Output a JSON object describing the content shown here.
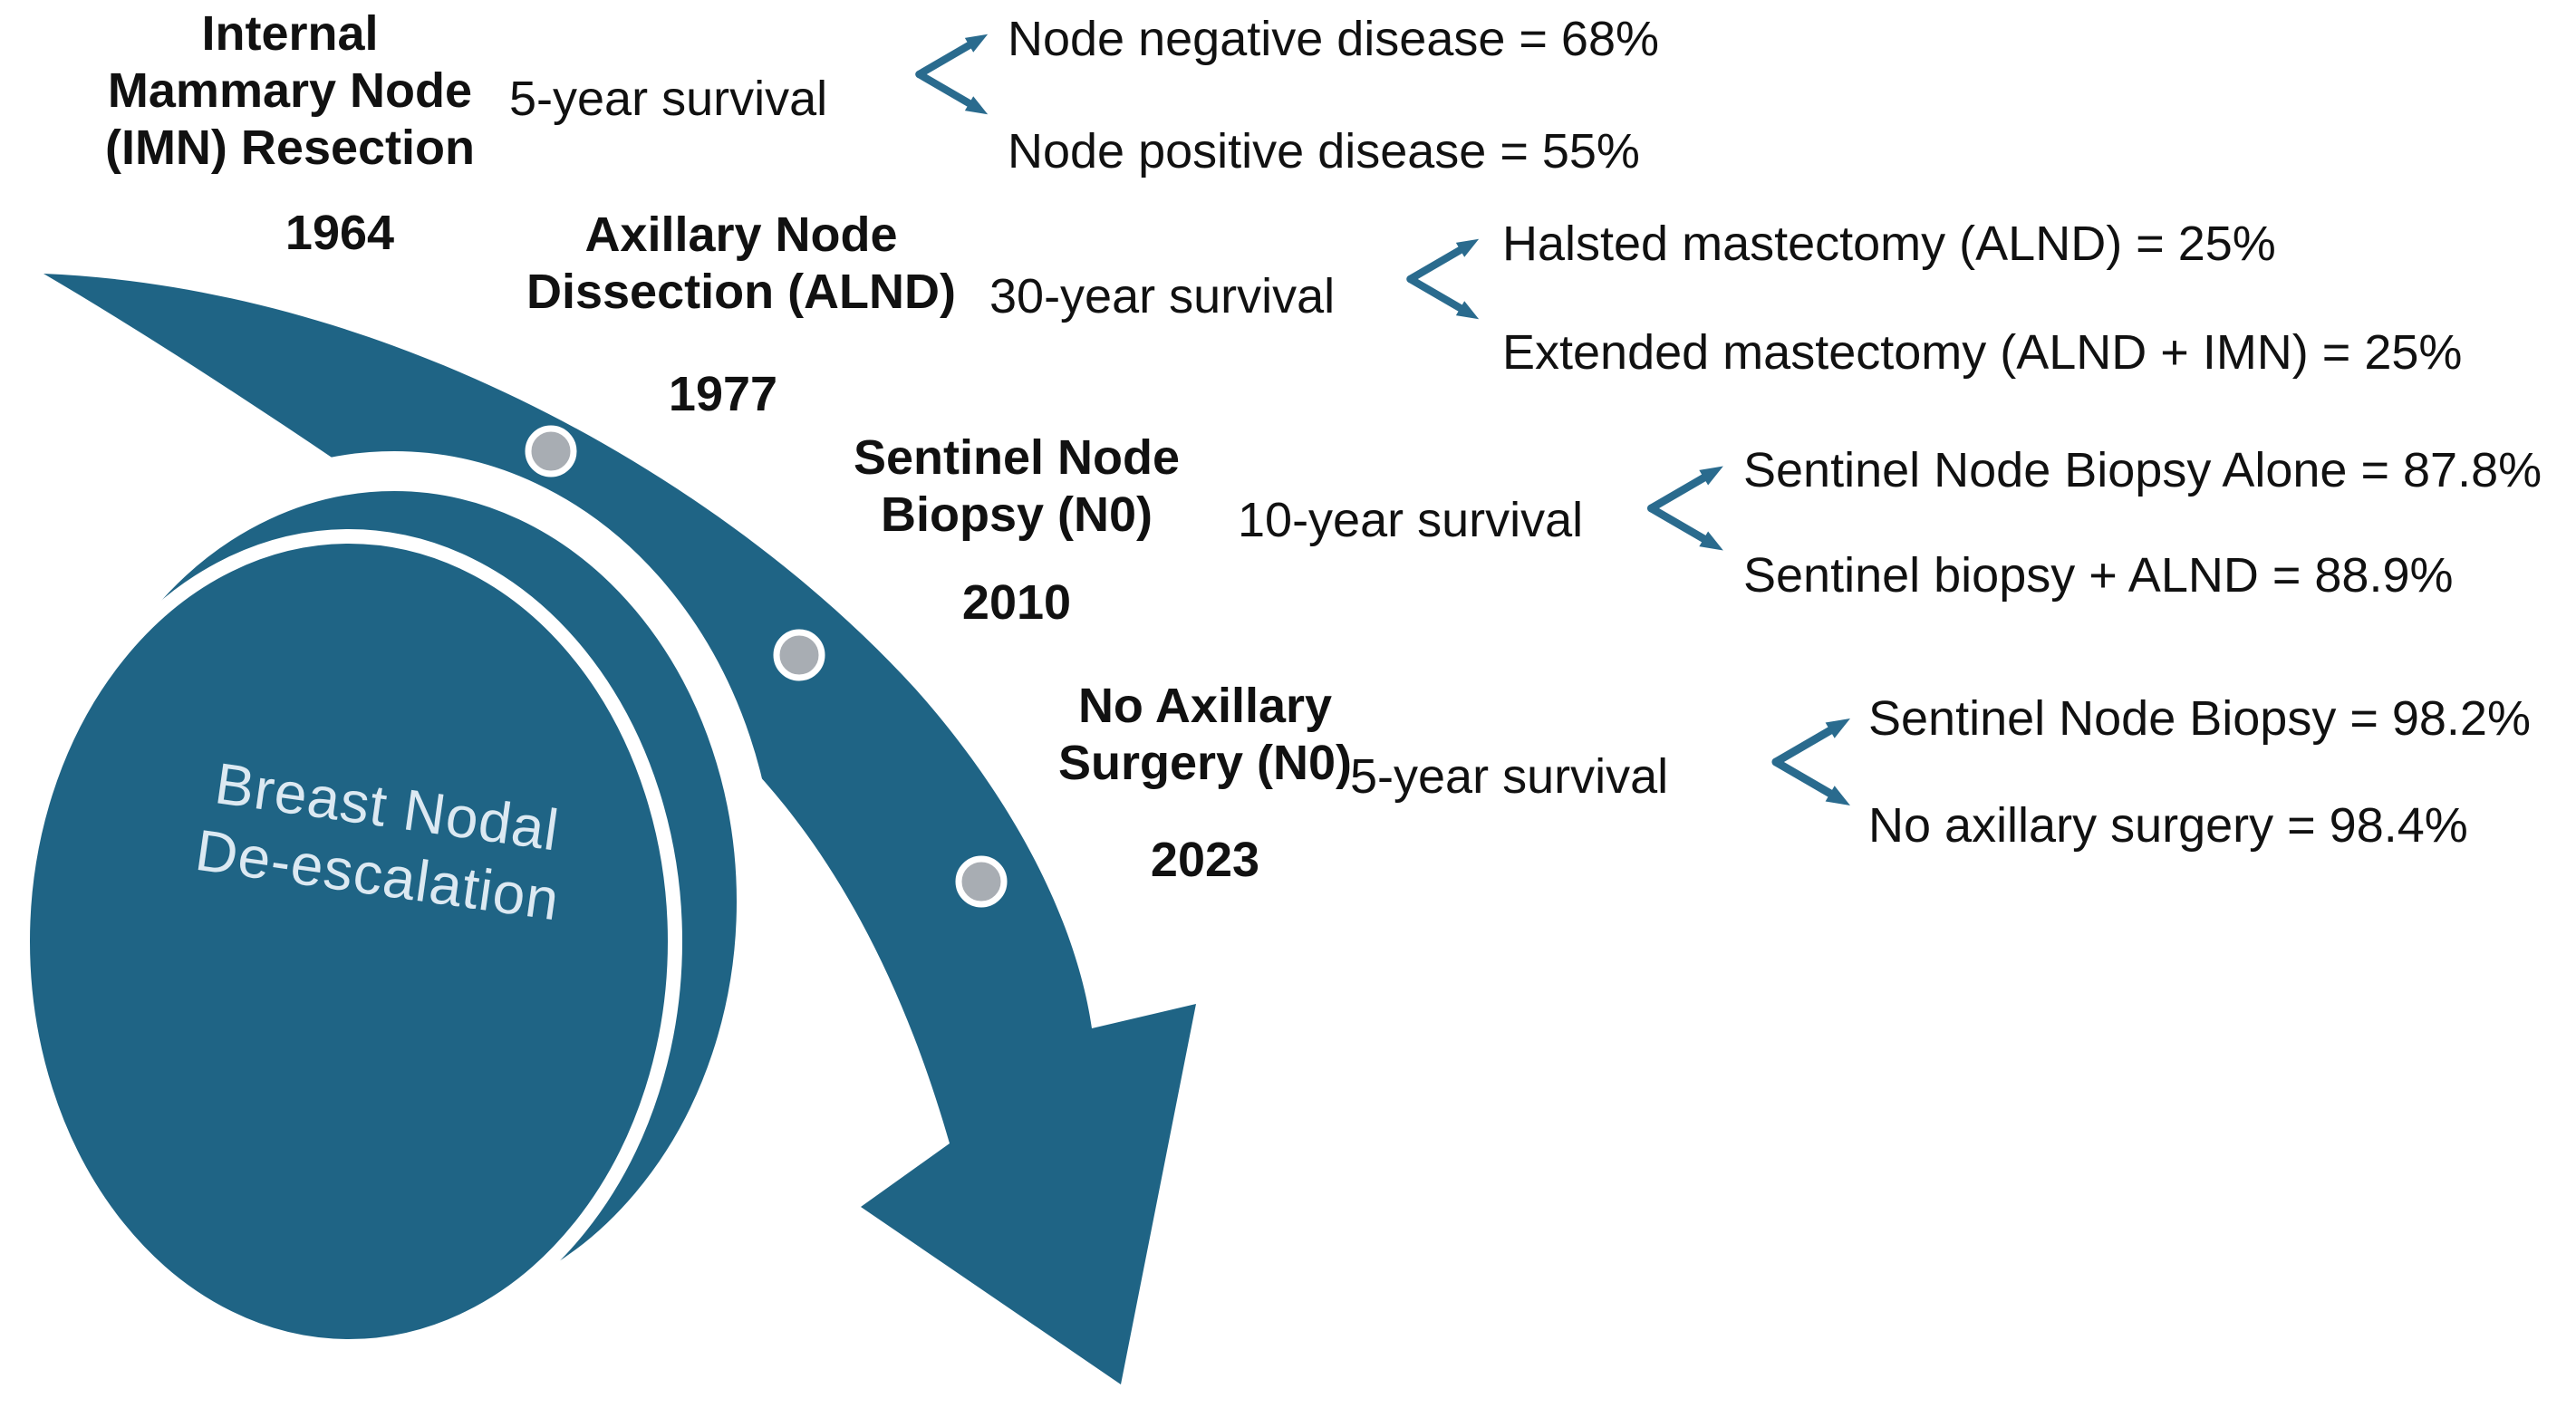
{
  "colors": {
    "teal": "#1f6485",
    "bracket": "#2a6b8e",
    "dot": "#a8adb3",
    "ink": "#111111",
    "circle-text": "#dce9f2",
    "bg": "#ffffff"
  },
  "circle": {
    "line1": "Breast Nodal",
    "line2": "De-escalation"
  },
  "milestones": [
    {
      "name_lines": [
        "Internal",
        "Mammary Node",
        "(IMN) Resection"
      ],
      "year": "1964",
      "survival": "5-year survival",
      "outcomes": [
        "Node negative disease = 68%",
        "Node positive disease = 55%"
      ]
    },
    {
      "name_lines": [
        "Axillary Node",
        "Dissection (ALND)"
      ],
      "year": "1977",
      "survival": "30-year survival",
      "outcomes": [
        "Halsted mastectomy (ALND) = 25%",
        "Extended mastectomy (ALND + IMN) = 25%"
      ]
    },
    {
      "name_lines": [
        "Sentinel Node",
        "Biopsy (N0)"
      ],
      "year": "2010",
      "survival": "10-year survival",
      "outcomes": [
        "Sentinel Node Biopsy Alone = 87.8%",
        "Sentinel biopsy + ALND = 88.9%"
      ]
    },
    {
      "name_lines": [
        "No Axillary",
        "Surgery (N0)"
      ],
      "year": "2023",
      "survival": "5-year survival",
      "outcomes": [
        "Sentinel Node Biopsy = 98.2%",
        "No axillary surgery = 98.4%"
      ]
    }
  ]
}
